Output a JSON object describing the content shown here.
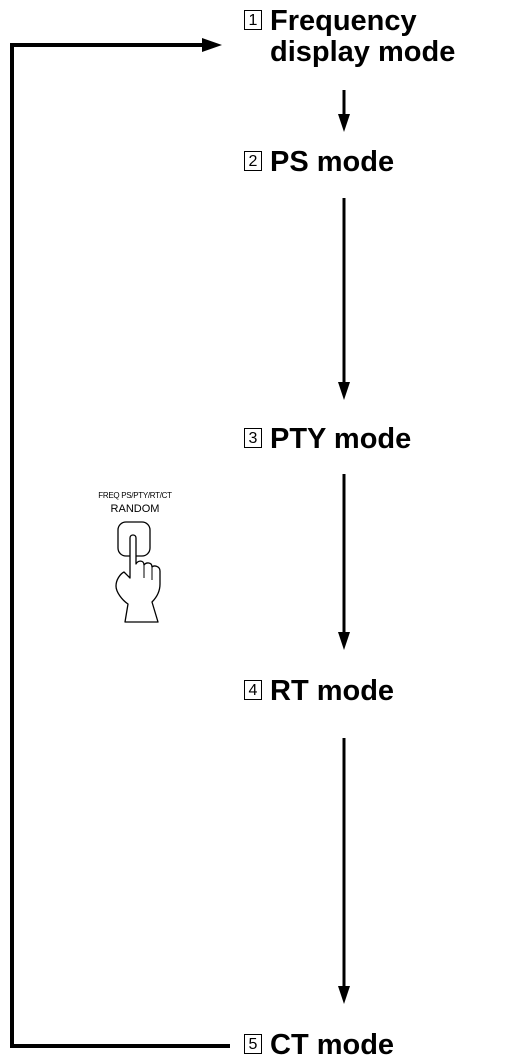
{
  "steps": [
    {
      "number": "1",
      "label": "Frequency\ndisplay mode"
    },
    {
      "number": "2",
      "label": "PS mode"
    },
    {
      "number": "3",
      "label": "PTY mode"
    },
    {
      "number": "4",
      "label": "RT mode"
    },
    {
      "number": "5",
      "label": "CT mode"
    }
  ],
  "button": {
    "caption_top": "FREQ PS/PTY/RT/CT",
    "caption_bottom": "RANDOM",
    "icon": "hand-press-icon"
  }
}
